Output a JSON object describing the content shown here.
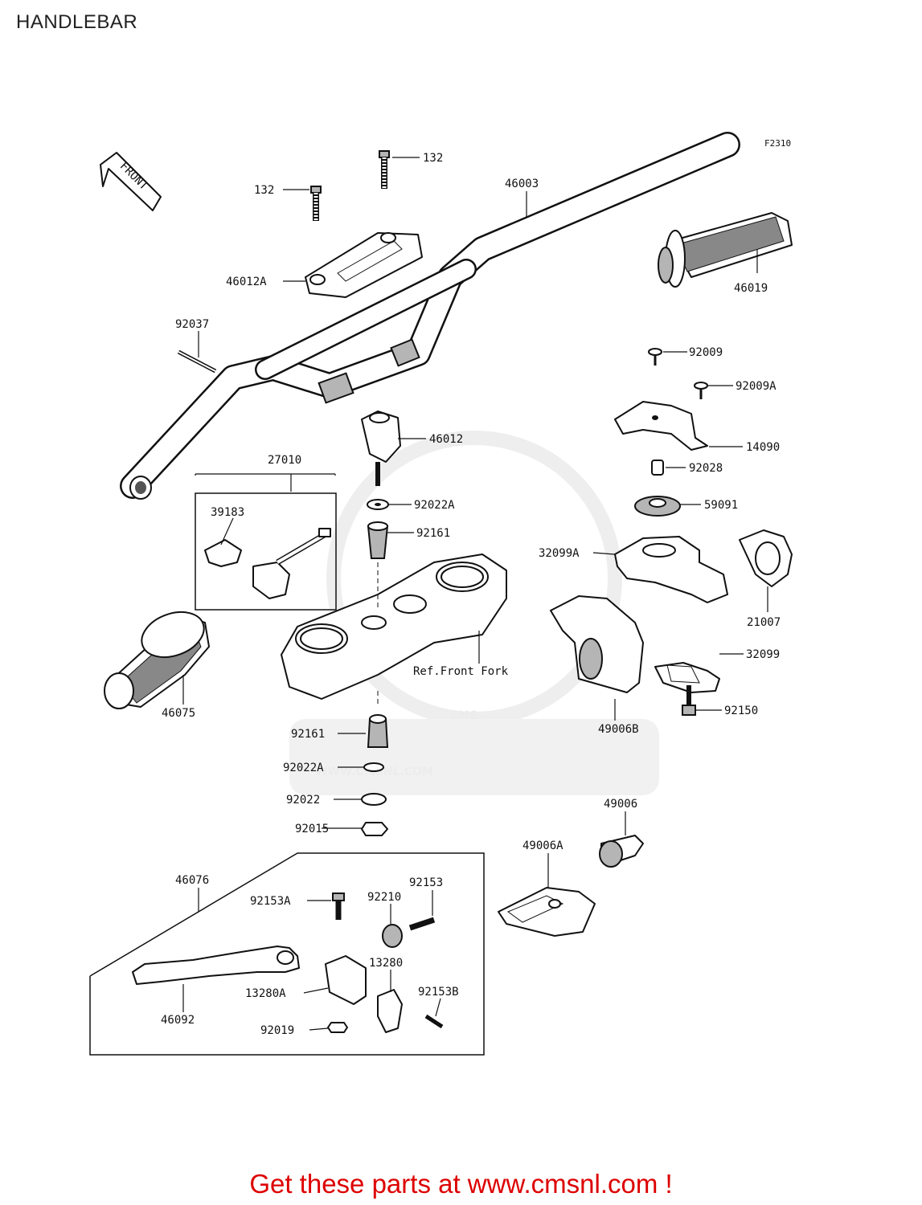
{
  "title": "HANDLEBAR",
  "figure_code": "F2310",
  "front_arrow_label": "FRONT",
  "watermark": {
    "brand": "CMS",
    "url": "WWW.CMSNL.COM"
  },
  "ref_label": "Ref.Front Fork",
  "callouts": [
    {
      "id": "c-132-a",
      "label": "132"
    },
    {
      "id": "c-132-b",
      "label": "132"
    },
    {
      "id": "c-46003",
      "label": "46003"
    },
    {
      "id": "c-46012a",
      "label": "46012A"
    },
    {
      "id": "c-46019",
      "label": "46019"
    },
    {
      "id": "c-92037",
      "label": "92037"
    },
    {
      "id": "c-92009",
      "label": "92009"
    },
    {
      "id": "c-92009a",
      "label": "92009A"
    },
    {
      "id": "c-46012",
      "label": "46012"
    },
    {
      "id": "c-14090",
      "label": "14090"
    },
    {
      "id": "c-27010",
      "label": "27010"
    },
    {
      "id": "c-92028",
      "label": "92028"
    },
    {
      "id": "c-39183",
      "label": "39183"
    },
    {
      "id": "c-92022a-top",
      "label": "92022A"
    },
    {
      "id": "c-59091",
      "label": "59091"
    },
    {
      "id": "c-92161-top",
      "label": "92161"
    },
    {
      "id": "c-32099a",
      "label": "32099A"
    },
    {
      "id": "c-21007",
      "label": "21007"
    },
    {
      "id": "c-32099",
      "label": "32099"
    },
    {
      "id": "c-46075",
      "label": "46075"
    },
    {
      "id": "c-49006b",
      "label": "49006B"
    },
    {
      "id": "c-92150",
      "label": "92150"
    },
    {
      "id": "c-92161-bot",
      "label": "92161"
    },
    {
      "id": "c-92022a-bot",
      "label": "92022A"
    },
    {
      "id": "c-92022",
      "label": "92022"
    },
    {
      "id": "c-92015",
      "label": "92015"
    },
    {
      "id": "c-49006",
      "label": "49006"
    },
    {
      "id": "c-49006a",
      "label": "49006A"
    },
    {
      "id": "c-46076",
      "label": "46076"
    },
    {
      "id": "c-92153",
      "label": "92153"
    },
    {
      "id": "c-92153a",
      "label": "92153A"
    },
    {
      "id": "c-92210",
      "label": "92210"
    },
    {
      "id": "c-13280",
      "label": "13280"
    },
    {
      "id": "c-13280a",
      "label": "13280A"
    },
    {
      "id": "c-92153b",
      "label": "92153B"
    },
    {
      "id": "c-46092",
      "label": "46092"
    },
    {
      "id": "c-92019",
      "label": "92019"
    }
  ],
  "footer_link": "Get these parts at www.cmsnl.com !"
}
